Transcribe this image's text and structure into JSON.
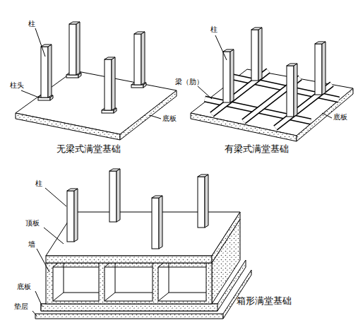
{
  "diagram": {
    "labels": [
      "柱",
      "柱头",
      "底板",
      "无梁式满堂基础",
      "柱",
      "梁（肋）",
      "底板",
      "有梁式满堂基础",
      "柱",
      "顶板",
      "墙",
      "底板",
      "垫层",
      "箱形满堂基础"
    ]
  }
}
